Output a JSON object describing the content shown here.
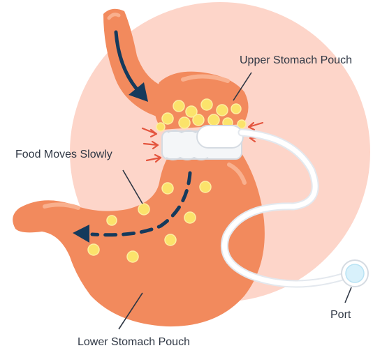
{
  "diagram": {
    "labels": {
      "upper_pouch": "Upper Stomach Pouch",
      "food_moves": "Food Moves Slowly",
      "port": "Port",
      "lower_pouch": "Lower Stomach Pouch"
    },
    "icons": [
      "stomach-illustration",
      "gastric-band-icon",
      "port-icon",
      "food-particle-icon",
      "flow-arrow-icon"
    ],
    "colors": {
      "background_circle": "#fdd5c9",
      "stomach_fill": "#f28a5d",
      "stomach_highlight": "#f9b08e",
      "band": "#f4f6f8",
      "tube": "#ffffff",
      "port_fill": "#d8f1fb",
      "food": "#fbe36b",
      "arrows": "#153a5c",
      "pressure_arrows": "#e4553e",
      "text": "#2f3744"
    }
  }
}
